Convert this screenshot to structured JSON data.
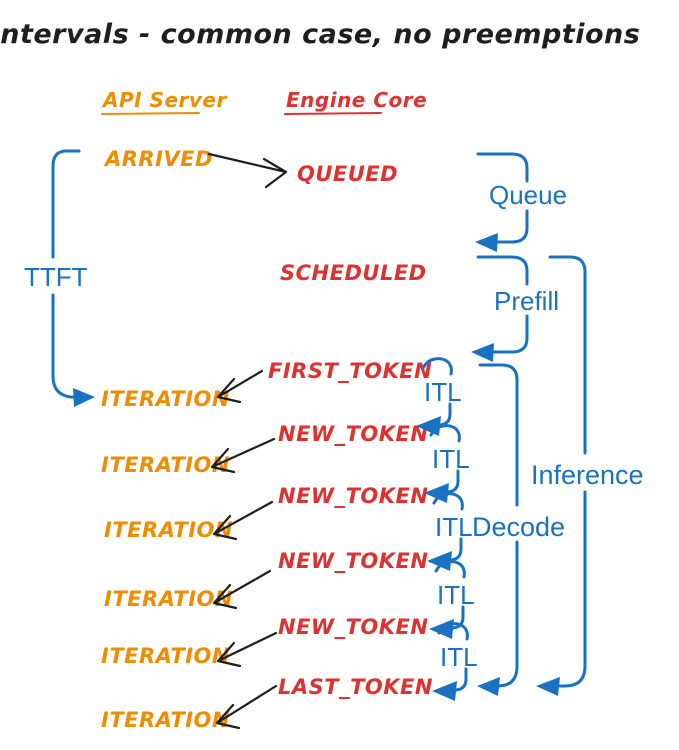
{
  "title": "Intervals - common case, no preemptions",
  "columns": {
    "api_server": "API Server",
    "engine_core": "Engine Core"
  },
  "events": {
    "arrived": "ARRIVED",
    "queued": "QUEUED",
    "scheduled": "SCHEDULED",
    "first_token": "FIRST_TOKEN",
    "new_token": "NEW_TOKEN",
    "last_token": "LAST_TOKEN",
    "iteration": "ITERATION"
  },
  "intervals": {
    "ttft": "TTFT",
    "queue": "Queue",
    "prefill": "Prefill",
    "itl": "ITL",
    "decode": "Decode",
    "inference": "Inference"
  },
  "colors": {
    "api_server_text": "#f08c00",
    "engine_core_text": "#e03131",
    "interval_text": "#1971c2",
    "ink": "#1e1e1e",
    "background": "#ffffff"
  }
}
